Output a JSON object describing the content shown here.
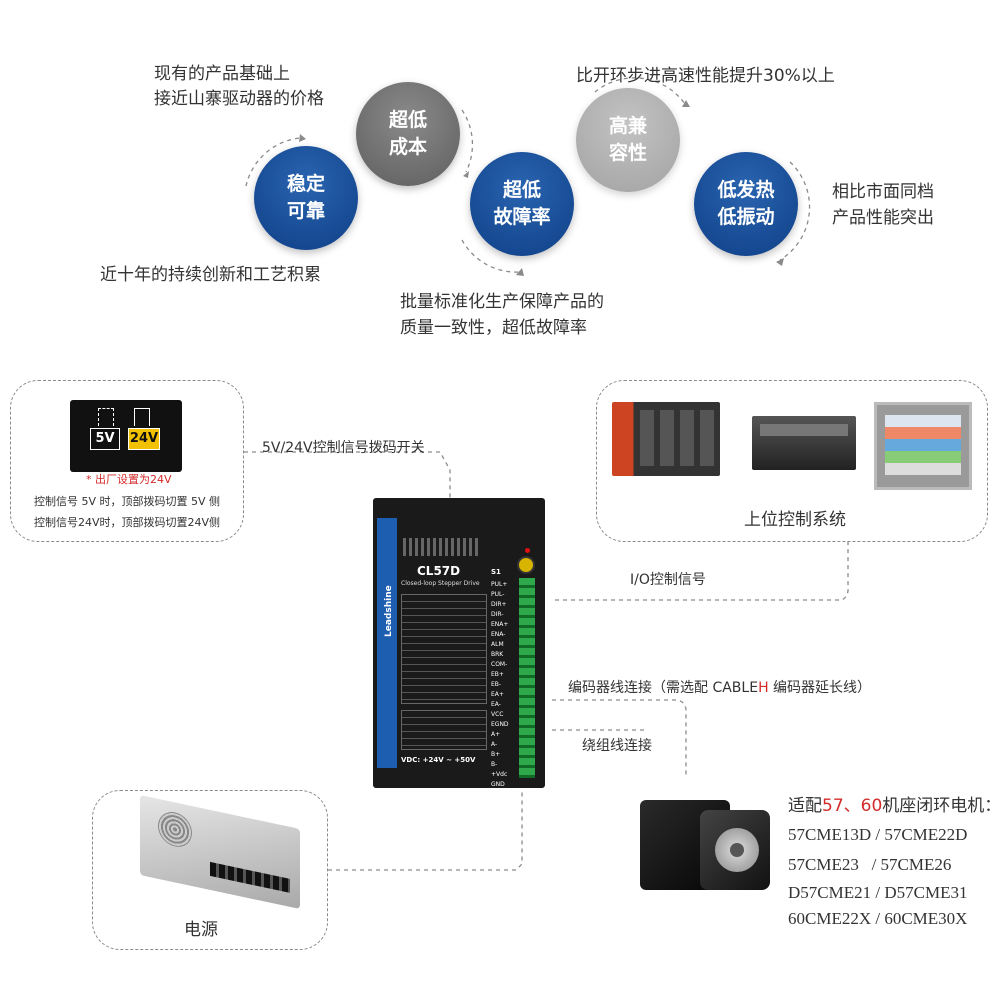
{
  "features": {
    "circles": [
      {
        "line1": "稳定",
        "line2": "可靠",
        "style": "blue"
      },
      {
        "line1": "超低",
        "line2": "成本",
        "style": "gray"
      },
      {
        "line1": "超低",
        "line2": "故障率",
        "style": "blue"
      },
      {
        "line1": "高兼",
        "line2": "容性",
        "style": "lightgray"
      },
      {
        "line1": "低发热",
        "line2": "低振动",
        "style": "blue"
      }
    ],
    "captions": {
      "cost_l1": "现有的产品基础上",
      "cost_l2": "接近山寨驱动器的价格",
      "stable": "近十年的持续创新和工艺积累",
      "failure_l1": "批量标准化生产保障产品的",
      "failure_l2": "质量一致性，超低故障率",
      "compat": "比开环步进高速性能提升30%以上",
      "heat_l1": "相比市面同档",
      "heat_l2": "产品性能突出"
    }
  },
  "switch": {
    "key_5v": "5V",
    "key_24v": "24V",
    "factory": "* 出厂设置为24V",
    "note_5v": "控制信号 5V 时，顶部拨码切置 5V 侧",
    "note_24v": "控制信号24V时，顶部拨码切置24V侧",
    "connector_label": "5V/24V控制信号拨码开关"
  },
  "host": {
    "label": "上位控制系统",
    "connector_label": "I/O控制信号"
  },
  "driver": {
    "brand": "Leadshine",
    "model": "CL57D",
    "subtitle": "Closed-loop Stepper Drive",
    "s1": "S1",
    "vdc": "VDC: +24V ~ +50V",
    "pins": [
      "PUL+",
      "PUL-",
      "DIR+",
      "DIR-",
      "ENA+",
      "ENA-",
      "ALM",
      "BRK",
      "COM-",
      "EB+",
      "EB-",
      "EA+",
      "EA-",
      "VCC",
      "EGND",
      "A+",
      "A-",
      "B+",
      "B-",
      "+Vdc",
      "GND"
    ]
  },
  "encoder": {
    "label_before": "编码器线连接（需选配 CABLE",
    "label_highlight": "H",
    "label_after": " 编码器延长线）"
  },
  "winding": {
    "label": "绕组线连接"
  },
  "power": {
    "label": "电源"
  },
  "motor": {
    "title_prefix": "适配",
    "title_57": "57",
    "title_sep": "、",
    "title_60": "60",
    "title_suffix": "机座闭环电机：",
    "models": [
      "57CME13D / 57CME22D",
      "57CME23   / 57CME26",
      "D57CME21 / D57CME31",
      "60CME22X / 60CME30X"
    ]
  },
  "colors": {
    "blue": "#1a53a0",
    "gray": "#6e6e6e",
    "light_gray": "#b4b4b4",
    "highlight": "#d42b2b",
    "dashed": "#8a8a8a"
  }
}
